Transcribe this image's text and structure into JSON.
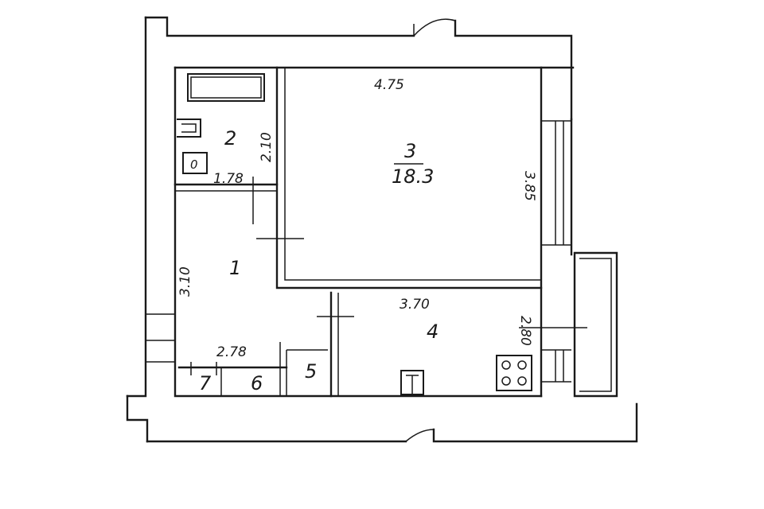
{
  "rooms": [
    {
      "number": "1",
      "area": ""
    },
    {
      "number": "2",
      "area": ""
    },
    {
      "number": "3",
      "area": "18.3"
    },
    {
      "number": "4",
      "area": ""
    },
    {
      "number": "5",
      "area": ""
    },
    {
      "number": "6",
      "area": ""
    },
    {
      "number": "7",
      "area": ""
    }
  ],
  "dimensions": {
    "room3_width": "4.75",
    "room3_depth": "3.85",
    "room2_depth": "2.10",
    "room2_width": "1.78",
    "room1_depth": "3.10",
    "hall_width": "2.78",
    "room4_width": "3.70",
    "room4_depth": "2.80"
  },
  "fixtures": {
    "bath_drain_label": "0"
  }
}
